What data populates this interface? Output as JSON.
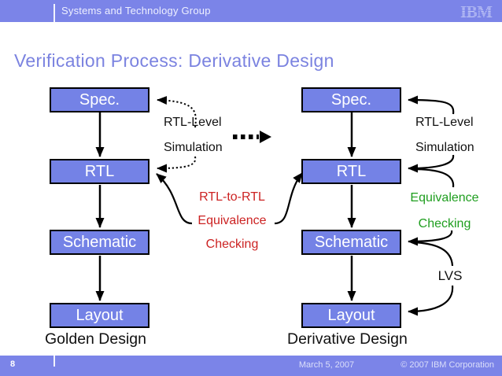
{
  "header": {
    "group_name": "Systems and Technology Group",
    "logo_text": "IBM"
  },
  "title": "Verification Process: Derivative Design",
  "diagram": {
    "golden": {
      "caption": "Golden Design",
      "boxes": [
        "Spec.",
        "RTL",
        "Schematic",
        "Layout"
      ]
    },
    "derivative": {
      "caption": "Derivative Design",
      "boxes": [
        "Spec.",
        "RTL",
        "Schematic",
        "Layout"
      ]
    },
    "labels": {
      "golden_sim": [
        "RTL-Level",
        "Simulation"
      ],
      "derivative_sim": [
        "RTL-Level",
        "Simulation"
      ],
      "rtl_to_rtl": [
        "RTL-to-RTL",
        "Equivalence",
        "Checking"
      ],
      "equivalence": [
        "Equivalence",
        "Checking"
      ],
      "lvs": "LVS"
    }
  },
  "footer": {
    "page_number": "8",
    "date": "March 5, 2007",
    "copyright": "© 2007 IBM Corporation"
  },
  "colors": {
    "accent_periwinkle": "#7b84e8",
    "box_fill": "#7482e6",
    "title_blue": "#7b83e0",
    "annotation_red": "#cc2222",
    "annotation_green": "#1f9e1f",
    "line_black": "#000000"
  }
}
